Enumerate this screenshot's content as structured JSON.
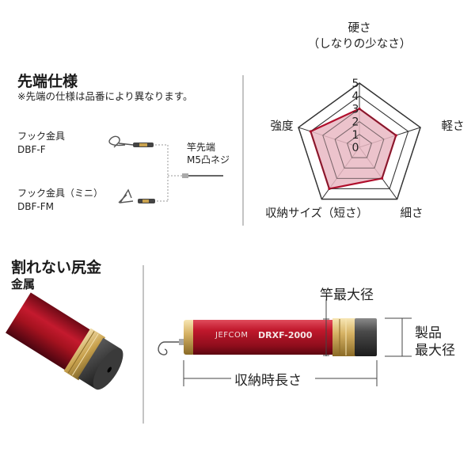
{
  "tip_spec": {
    "title": "先端仕様",
    "note": "※先端の仕様は品番により異なります。",
    "item1_name": "フック金具",
    "item1_code": "DBF-F",
    "item2_name": "フック金具（ミニ）",
    "item2_code": "DBF-FM",
    "rod_tip_line1": "竿先端",
    "rod_tip_line2": "M5凸ネジ"
  },
  "end_cap": {
    "title": "割れない尻金",
    "subtitle": "金属"
  },
  "chart_data": {
    "type": "radar",
    "axes": [
      "硬さ（しなりの少なさ）",
      "軽さ",
      "細さ",
      "収納サイズ（短さ）",
      "強度"
    ],
    "axis_label_lines": [
      [
        "硬さ",
        "（しなりの少なさ）"
      ],
      [
        "軽さ"
      ],
      [
        "細さ"
      ],
      [
        "収納サイズ（短さ）"
      ],
      [
        "強度"
      ]
    ],
    "tick_labels": [
      "0",
      "1",
      "2",
      "3",
      "4",
      "5"
    ],
    "range": [
      0,
      5
    ],
    "values": [
      3,
      3,
      3,
      4,
      4
    ],
    "fill_color": "#e9b9c3",
    "line_color": "#b00f2c"
  },
  "rod_diagram": {
    "brand": "JEFCOM",
    "model": "DRXF-2000",
    "rod_max_diameter": "竿最大径",
    "product_max_diameter_line1": "製品",
    "product_max_diameter_line2": "最大径",
    "stored_length": "収納時長さ"
  },
  "colors": {
    "rod_red": "#b8162a",
    "gold": "#d9b66a",
    "divider": "#888888"
  }
}
